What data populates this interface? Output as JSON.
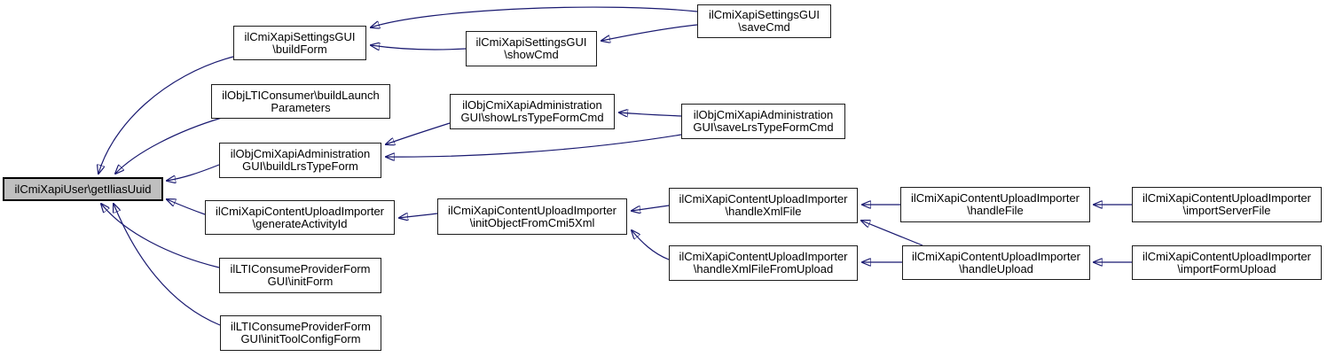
{
  "diagram": {
    "type": "call-graph",
    "root_function": "ilCmiXapiUser\\getIliasUuid",
    "colors": {
      "edge": "#191970",
      "node_fill": "#ffffff",
      "root_node_fill": "#bfbfbf",
      "node_border": "#1c1c1c",
      "text": "#000000",
      "background": "#ffffff"
    }
  },
  "graph": {
    "nodes": [
      {
        "id": "getIliasUuid",
        "label": "ilCmiXapiUser\\getIliasUuid",
        "is_root": true
      },
      {
        "id": "buildForm",
        "label": "ilCmiXapiSettingsGUI\n\\buildForm"
      },
      {
        "id": "buildLaunchParameters",
        "label": "ilObjLTIConsumer\\buildLaunch\nParameters"
      },
      {
        "id": "buildLrsTypeForm",
        "label": "ilObjCmiXapiAdministration\nGUI\\buildLrsTypeForm"
      },
      {
        "id": "generateActivityId",
        "label": "ilCmiXapiContentUploadImporter\n\\generateActivityId"
      },
      {
        "id": "initForm",
        "label": "ilLTIConsumeProviderForm\nGUI\\initForm"
      },
      {
        "id": "initToolConfigForm",
        "label": "ilLTIConsumeProviderForm\nGUI\\initToolConfigForm"
      },
      {
        "id": "showCmd",
        "label": "ilCmiXapiSettingsGUI\n\\showCmd"
      },
      {
        "id": "showLrsTypeFormCmd",
        "label": "ilObjCmiXapiAdministration\nGUI\\showLrsTypeFormCmd"
      },
      {
        "id": "initObjectFromCmi5Xml",
        "label": "ilCmiXapiContentUploadImporter\n\\initObjectFromCmi5Xml"
      },
      {
        "id": "saveCmd",
        "label": "ilCmiXapiSettingsGUI\n\\saveCmd"
      },
      {
        "id": "saveLrsTypeFormCmd",
        "label": "ilObjCmiXapiAdministration\nGUI\\saveLrsTypeFormCmd"
      },
      {
        "id": "handleXmlFile",
        "label": "ilCmiXapiContentUploadImporter\n\\handleXmlFile"
      },
      {
        "id": "handleXmlFileFromUpload",
        "label": "ilCmiXapiContentUploadImporter\n\\handleXmlFileFromUpload"
      },
      {
        "id": "handleFile",
        "label": "ilCmiXapiContentUploadImporter\n\\handleFile"
      },
      {
        "id": "handleUpload",
        "label": "ilCmiXapiContentUploadImporter\n\\handleUpload"
      },
      {
        "id": "importServerFile",
        "label": "ilCmiXapiContentUploadImporter\n\\importServerFile"
      },
      {
        "id": "importFormUpload",
        "label": "ilCmiXapiContentUploadImporter\n\\importFormUpload"
      }
    ],
    "edges": [
      {
        "from": "buildForm",
        "to": "getIliasUuid"
      },
      {
        "from": "buildLaunchParameters",
        "to": "getIliasUuid"
      },
      {
        "from": "buildLrsTypeForm",
        "to": "getIliasUuid"
      },
      {
        "from": "generateActivityId",
        "to": "getIliasUuid"
      },
      {
        "from": "initForm",
        "to": "getIliasUuid"
      },
      {
        "from": "initToolConfigForm",
        "to": "getIliasUuid"
      },
      {
        "from": "saveCmd",
        "to": "buildForm"
      },
      {
        "from": "showCmd",
        "to": "buildForm"
      },
      {
        "from": "saveCmd",
        "to": "showCmd"
      },
      {
        "from": "showLrsTypeFormCmd",
        "to": "buildLrsTypeForm"
      },
      {
        "from": "saveLrsTypeFormCmd",
        "to": "buildLrsTypeForm"
      },
      {
        "from": "saveLrsTypeFormCmd",
        "to": "showLrsTypeFormCmd"
      },
      {
        "from": "initObjectFromCmi5Xml",
        "to": "generateActivityId"
      },
      {
        "from": "handleXmlFile",
        "to": "initObjectFromCmi5Xml"
      },
      {
        "from": "handleXmlFileFromUpload",
        "to": "initObjectFromCmi5Xml"
      },
      {
        "from": "handleFile",
        "to": "handleXmlFile"
      },
      {
        "from": "handleUpload",
        "to": "handleXmlFile"
      },
      {
        "from": "handleUpload",
        "to": "handleXmlFileFromUpload"
      },
      {
        "from": "importServerFile",
        "to": "handleFile"
      },
      {
        "from": "importFormUpload",
        "to": "handleUpload"
      }
    ]
  }
}
